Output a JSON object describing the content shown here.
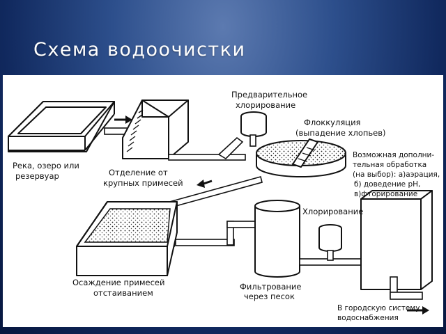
{
  "slide": {
    "title": "Схема водоочистки"
  },
  "diagram": {
    "labels": {
      "source_line1": "Река, озеро или",
      "source_line2": "резервуар",
      "coarse_line1": "Отделение от",
      "coarse_line2": "крупных примесей",
      "prechlor_line1": "Предварительное",
      "prechlor_line2": "хлорирование",
      "floc_line1": "Флоккуляция",
      "floc_line2": "(выпадение хлопьев)",
      "extra_line1": "Возможная дополни-",
      "extra_line2": "тельная обработка",
      "extra_line3": "(на выбор): а)аэрация,",
      "extra_line4": "б) доведение pH,",
      "extra_line5": "в)фторирование",
      "settle_line1": "Осаждение примесей",
      "settle_line2": "отстаиванием",
      "filter_line1": "Фильтрование",
      "filter_line2": "через песок",
      "chlor": "Хлорирование",
      "city_line1": "В городскую систему",
      "city_line2": "водоснабжения"
    }
  }
}
